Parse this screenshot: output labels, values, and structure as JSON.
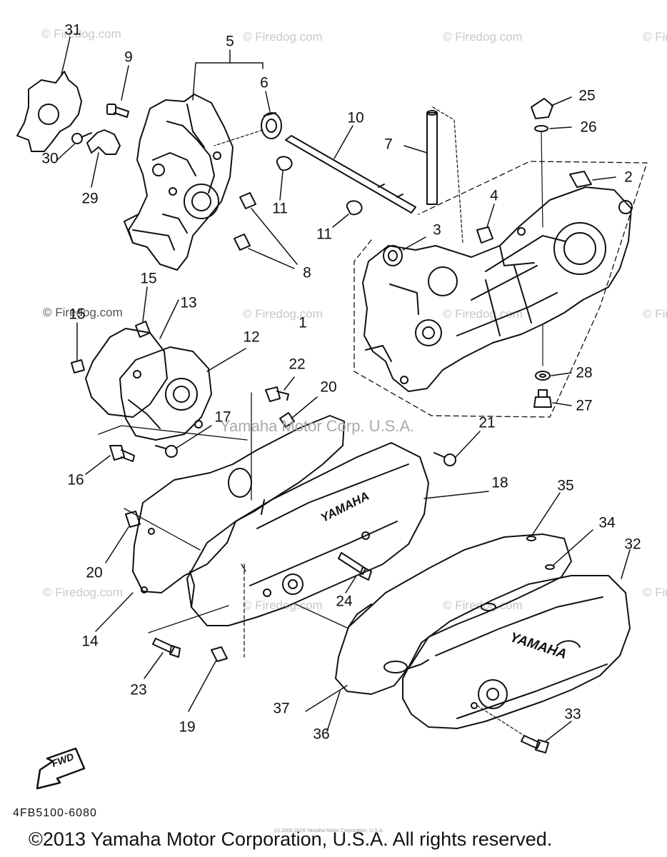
{
  "diagram": {
    "callouts": {
      "c1": "1",
      "c2": "2",
      "c3": "3",
      "c4": "4",
      "c5": "5",
      "c6": "6",
      "c7": "7",
      "c8": "8",
      "c9": "9",
      "c10": "10",
      "c11a": "11",
      "c11b": "11",
      "c12": "12",
      "c13": "13",
      "c14": "14",
      "c15a": "15",
      "c15b": "15",
      "c16": "16",
      "c17": "17",
      "c18": "18",
      "c19": "19",
      "c20a": "20",
      "c20b": "20",
      "c21": "21",
      "c22": "22",
      "c23": "23",
      "c24": "24",
      "c25": "25",
      "c26": "26",
      "c27": "27",
      "c28": "28",
      "c29": "29",
      "c30": "30",
      "c31": "31",
      "c32": "32",
      "c33": "33",
      "c34": "34",
      "c35": "35",
      "c36": "36",
      "c37": "37"
    },
    "fwd_label": "FWD",
    "cover_brand_1": "YAMAHA",
    "cover_brand_2": "YAMAHA",
    "diagram_code": "4FB5100-6080",
    "copyright": "©2013 Yamaha Motor Corporation, U.S.A. All rights reserved.",
    "small_copyright": "(c) 2006-2016 Yamaha Motor Corporation, U.S.A.",
    "watermark_center": "Yamaha Motor Corp. U.S.A.",
    "watermark_site": "© Firedog.com"
  },
  "colors": {
    "ink": "#111111",
    "watermark": "#c8c8c8"
  }
}
